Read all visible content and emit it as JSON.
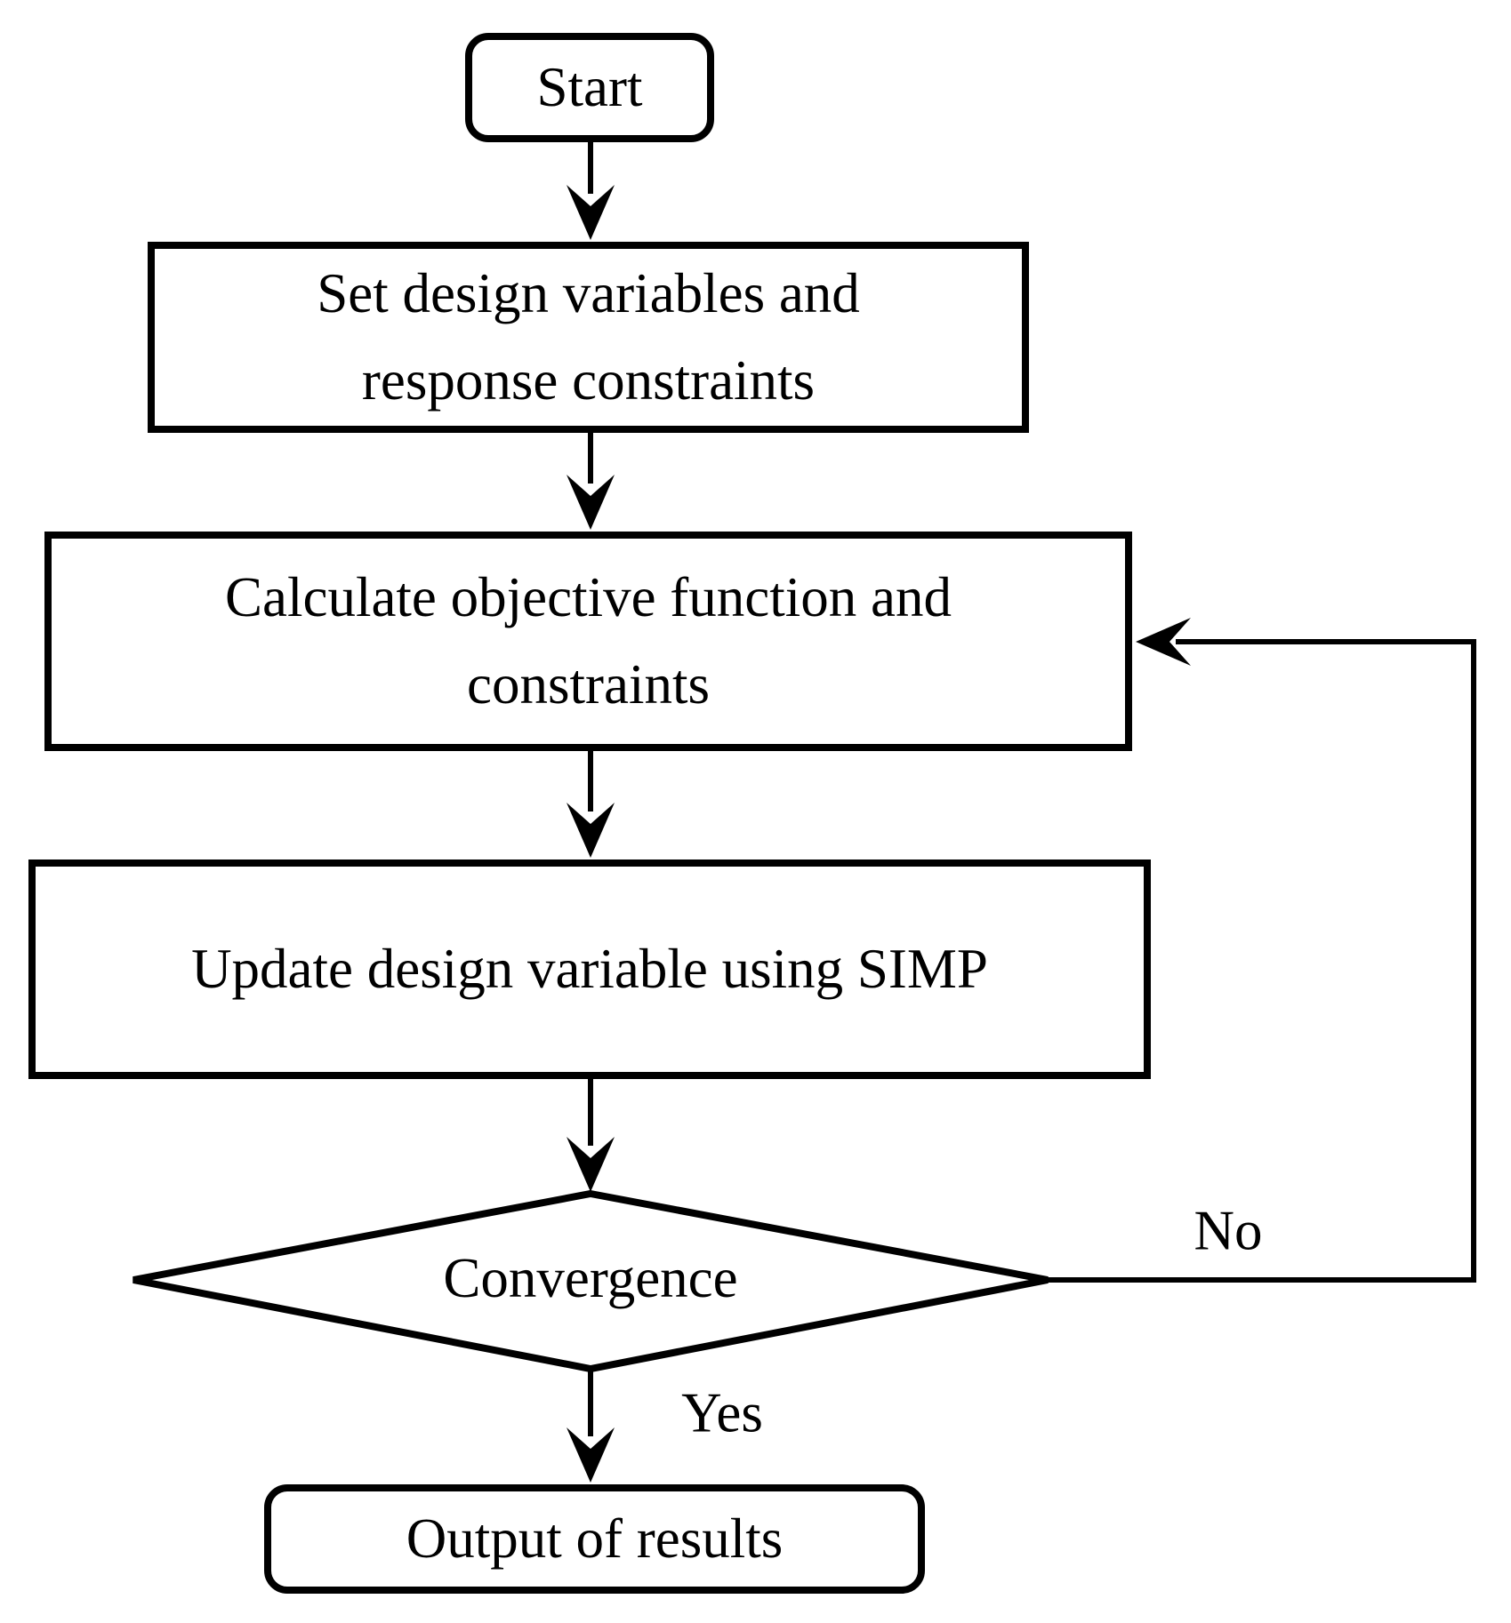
{
  "figure": {
    "background_color": "#ffffff",
    "line_color": "#000000",
    "text_color": "#000000"
  },
  "nodes": {
    "start": {
      "label": "Start"
    },
    "set_design": {
      "line1": "Set design variables and",
      "line2": "response constraints"
    },
    "calculate": {
      "line1": "Calculate objective function and",
      "line2": "constraints"
    },
    "update_simp": {
      "line1": "Update design variable using SIMP"
    },
    "convergence": {
      "label": "Convergence"
    },
    "output": {
      "label": "Output of results"
    }
  },
  "edges": [
    {
      "from": "start",
      "to": "set_design",
      "label": ""
    },
    {
      "from": "set_design",
      "to": "calculate",
      "label": ""
    },
    {
      "from": "calculate",
      "to": "update_simp",
      "label": ""
    },
    {
      "from": "update_simp",
      "to": "convergence",
      "label": ""
    },
    {
      "from": "convergence",
      "to": "output",
      "label": "Yes"
    },
    {
      "from": "convergence",
      "to": "calculate",
      "label": "No"
    }
  ]
}
